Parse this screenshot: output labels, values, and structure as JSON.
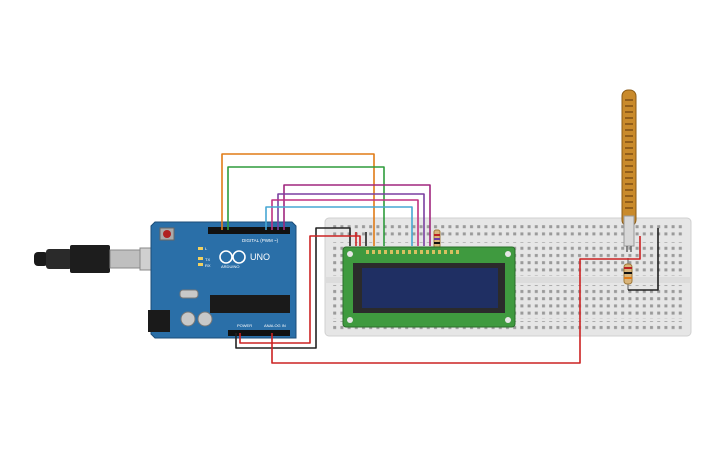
{
  "circuit": {
    "arduino": {
      "brand_label": "ARDUINO",
      "model_label": "UNO",
      "digital_header_label": "DIGITAL (PWM ~)",
      "power_header_label": "POWER",
      "analog_header_label": "ANALOG IN",
      "tx_label": "TX",
      "rx_label": "RX",
      "l_label": "L",
      "color": "#2a6fa8"
    },
    "lcd": {
      "screen_color": "#1f2f63",
      "pcb_color": "#3f9a3f"
    },
    "breadboard": {
      "color": "#e6e6e6"
    },
    "flex_sensor": {
      "color": "#c98a2b"
    },
    "wire_colors": {
      "orange": "#e07b17",
      "green": "#2e9c3c",
      "magenta": "#a0267e",
      "purple": "#7a3fa0",
      "cyan": "#47a7d3",
      "red": "#cc2222",
      "black": "#222222"
    }
  }
}
